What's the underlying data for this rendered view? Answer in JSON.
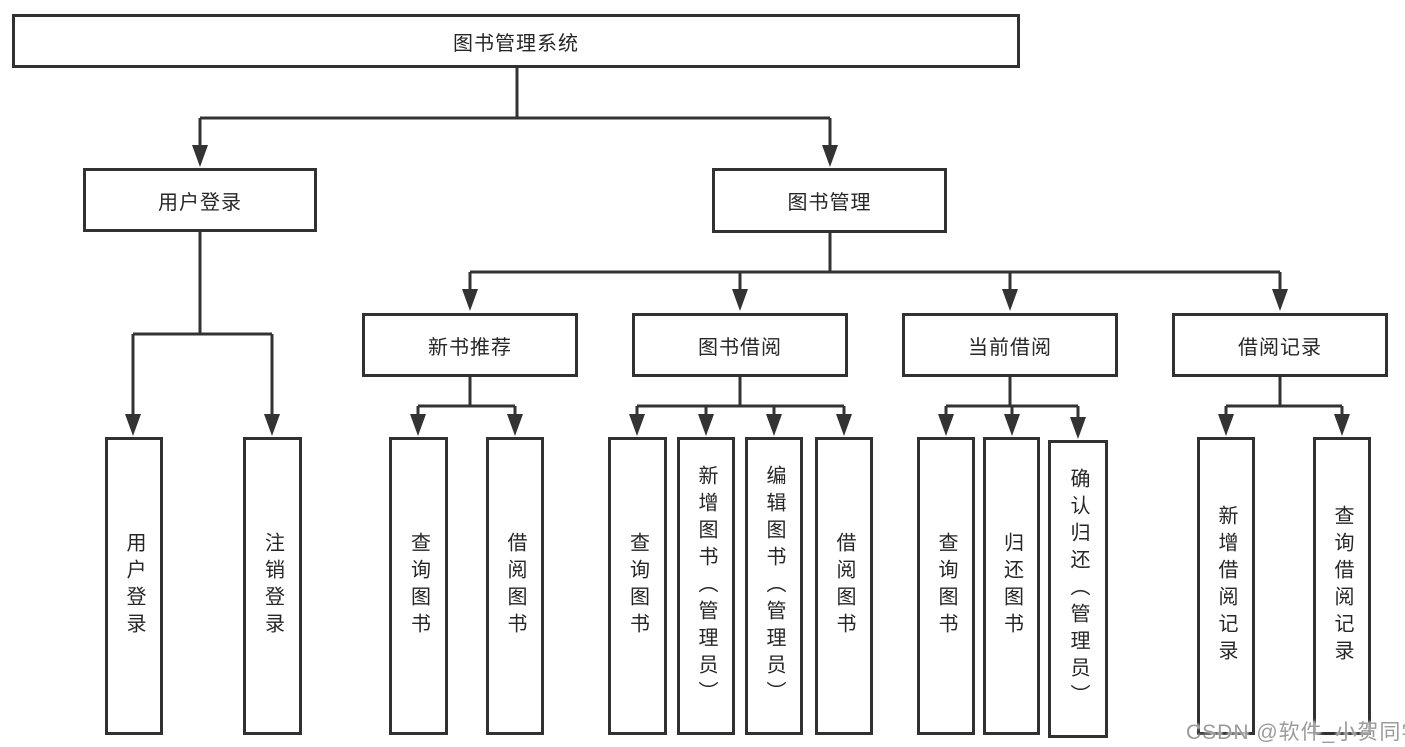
{
  "colors": {
    "background": "#ffffff",
    "line": "#333333",
    "box_border": "#313131",
    "text": "#262626",
    "watermark_text": "#9b9b9b"
  },
  "watermark": {
    "text": "CSDN @软件_小贺同学"
  },
  "tree": {
    "root": "图书管理系统",
    "branches": [
      {
        "label": "用户登录",
        "children": [
          "用户登录",
          "注销登录"
        ]
      },
      {
        "label": "图书管理",
        "groups": [
          {
            "label": "新书推荐",
            "children": [
              "查询图书",
              "借阅图书"
            ]
          },
          {
            "label": "图书借阅",
            "children": [
              "查询图书",
              "新增图书（管理员）",
              "编辑图书（管理员）",
              "借阅图书"
            ]
          },
          {
            "label": "当前借阅",
            "children": [
              "查询图书",
              "归还图书",
              "确认归还（管理员）"
            ]
          },
          {
            "label": "借阅记录",
            "children": [
              "新增借阅记录",
              "查询借阅记录"
            ]
          }
        ]
      }
    ]
  }
}
